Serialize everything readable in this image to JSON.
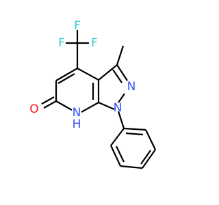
{
  "structure": {
    "colors": {
      "bond": "#000000",
      "fluorine": "#33cccc",
      "oxygen": "#ff0d0d",
      "nitrogen": "#3050f8",
      "background": "#ffffff"
    },
    "atoms": {
      "F_top": "F",
      "F_left": "F",
      "F_right": "F",
      "O": "O",
      "N_pyrazole": "N",
      "N_phenyl": "N",
      "NH": "H"
    }
  }
}
